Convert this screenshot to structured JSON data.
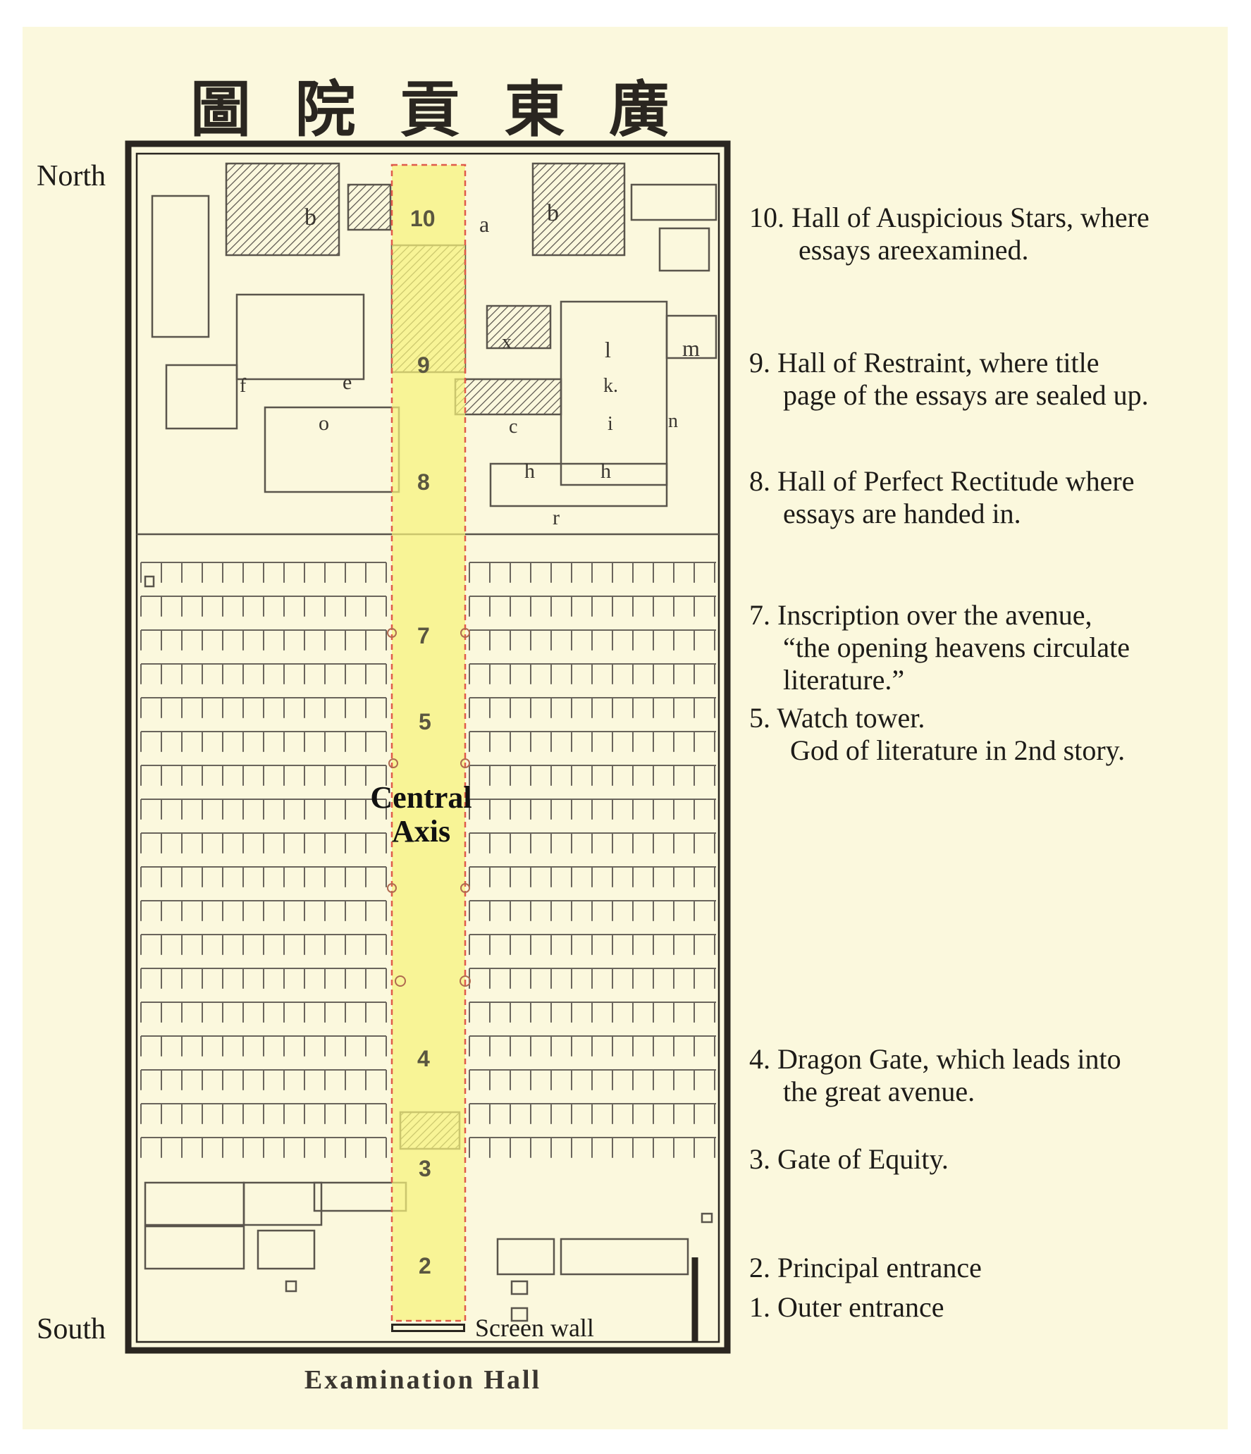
{
  "title_chars": [
    "圖",
    "院",
    "貢",
    "東",
    "廣"
  ],
  "compass": {
    "north": "North",
    "south": "South"
  },
  "central_axis": [
    "Central",
    "Axis"
  ],
  "screen_wall": "Screen wall",
  "caption": "Examination Hall",
  "plan_numbers": {
    "n10": "10",
    "n9": "9",
    "n8": "8",
    "n7": "7",
    "n5": "5",
    "n4": "4",
    "n3": "3",
    "n2": "2"
  },
  "plan_letters": {
    "b_left": "b",
    "b_right": "b",
    "a": "a",
    "x": "x",
    "e": "e",
    "f": "f",
    "o": "o",
    "l": "l",
    "k": "k.",
    "i": "i",
    "h_left": "h",
    "h_right": "h",
    "m": "m",
    "n": "n",
    "r": "r",
    "c": "c"
  },
  "legend": {
    "item10": [
      "10. Hall of Auspicious Stars, where",
      "essays areexamined."
    ],
    "item9": [
      "9. Hall of Restraint, where title",
      "page of the essays are sealed up."
    ],
    "item8": [
      "8. Hall of Perfect Rectitude where",
      "essays are handed in."
    ],
    "item7": [
      "7. Inscription over the avenue,",
      "“the opening heavens circulate",
      "literature.”"
    ],
    "item5": [
      "5. Watch tower.",
      "God of literature in 2nd story."
    ],
    "item4": [
      "4. Dragon Gate, which leads into",
      "the great avenue."
    ],
    "item3": [
      "3. Gate of Equity."
    ],
    "item2": [
      "2. Principal entrance"
    ],
    "item1": [
      "1. Outer entrance"
    ]
  },
  "colors": {
    "paper": "#fbf8dd",
    "ink": "#2a2620",
    "axis_highlight": "#f6f27a",
    "axis_dash": "#e05a4a"
  }
}
